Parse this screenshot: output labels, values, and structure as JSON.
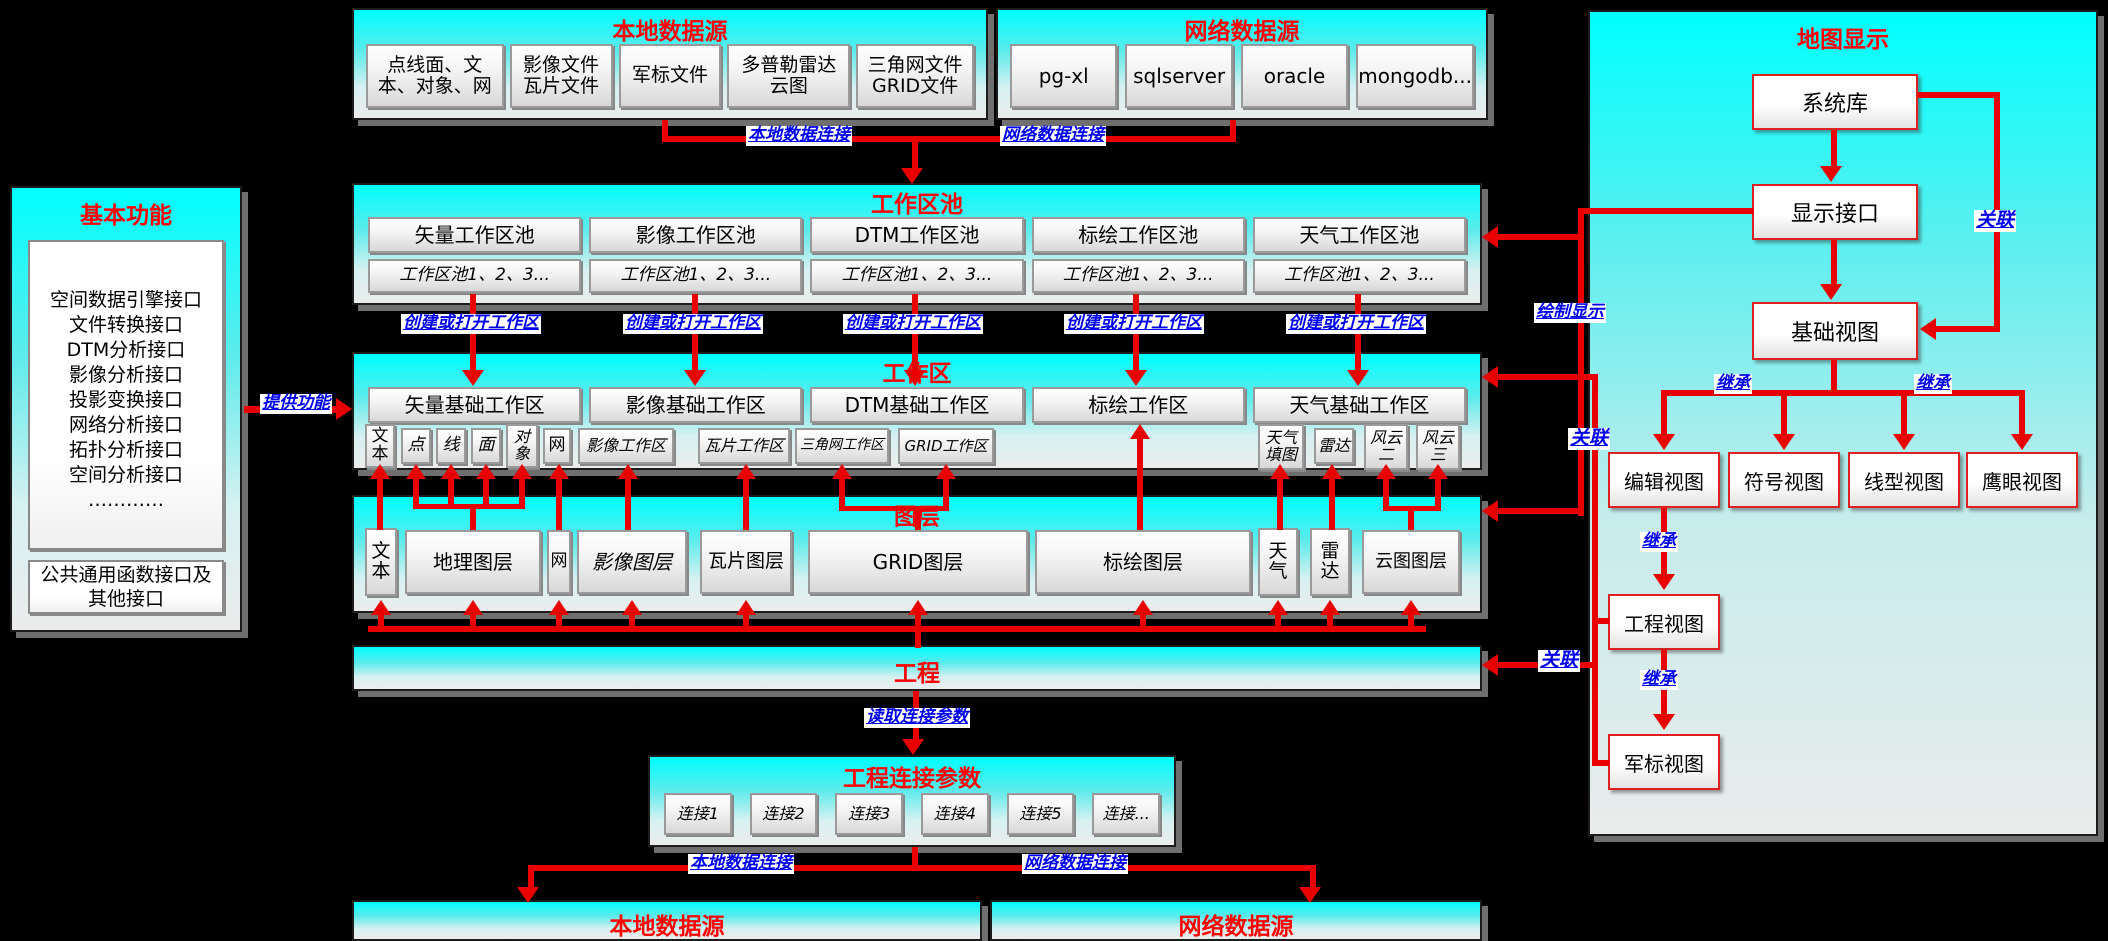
{
  "basic": {
    "title": "基本功能",
    "items": [
      "空间数据引擎接口",
      "文件转换接口",
      "DTM分析接口",
      "影像分析接口",
      "投影变换接口",
      "网络分析接口",
      "拓扑分析接口",
      "空间分析接口",
      "…………"
    ],
    "common": "公共通用函数接口及\n其他接口",
    "provide": "提供功能"
  },
  "local_top": {
    "title": "本地数据源",
    "items": [
      "点线面、文\n本、对象、网",
      "影像文件\n瓦片文件",
      "军标文件",
      "多普勒雷达\n云图",
      "三角网文件\nGRID文件"
    ]
  },
  "net_top": {
    "title": "网络数据源",
    "items": [
      "pg-xl",
      "sqlserver",
      "oracle",
      "mongodb..."
    ]
  },
  "labels": {
    "local_conn": "本地数据连接",
    "net_conn": "网络数据连接",
    "create_open": "创建或打开工作区",
    "draw": "绘制显示",
    "assoc": "关联",
    "inherit": "继承",
    "read": "读取连接参数"
  },
  "pool": {
    "title": "工作区池",
    "cols": [
      "矢量工作区池",
      "影像工作区池",
      "DTM工作区池",
      "标绘工作区池",
      "天气工作区池"
    ],
    "sub": "工作区池1、2、3..."
  },
  "ws": {
    "title": "工作区",
    "cols": [
      "矢量基础工作区",
      "影像基础工作区",
      "DTM基础工作区",
      "标绘工作区",
      "天气基础工作区"
    ],
    "small": [
      "文本",
      "点",
      "线",
      "面",
      "对象",
      "网",
      "影像工作区",
      "瓦片工作区",
      "三角网工作区",
      "GRID工作区",
      "天气填图",
      "雷达",
      "风云二",
      "风云三"
    ]
  },
  "layers": {
    "title": "图层",
    "items": [
      "文本",
      "地理图层",
      "网",
      "影像图层",
      "瓦片图层",
      "GRID图层",
      "标绘图层",
      "天气",
      "雷达",
      "云图图层"
    ]
  },
  "project": {
    "title": "工程"
  },
  "pconn": {
    "title": "工程连接参数",
    "items": [
      "连接1",
      "连接2",
      "连接3",
      "连接4",
      "连接5",
      "连接..."
    ]
  },
  "local_bottom": {
    "title": "本地数据源"
  },
  "net_bottom": {
    "title": "网络数据源"
  },
  "map": {
    "title": "地图显示",
    "system_lib": "系统库",
    "display_iface": "显示接口",
    "base_view": "基础视图",
    "edit_view": "编辑视图",
    "symbol_view": "符号视图",
    "line_view": "线型视图",
    "eagle_view": "鹰眼视图",
    "project_view": "工程视图",
    "military_view": "军标视图"
  },
  "colors": {
    "arrow_red": "#e80000",
    "label_blue": "#0000ee",
    "title_red": "#ff0000",
    "section_cyan": "#00ffff"
  }
}
